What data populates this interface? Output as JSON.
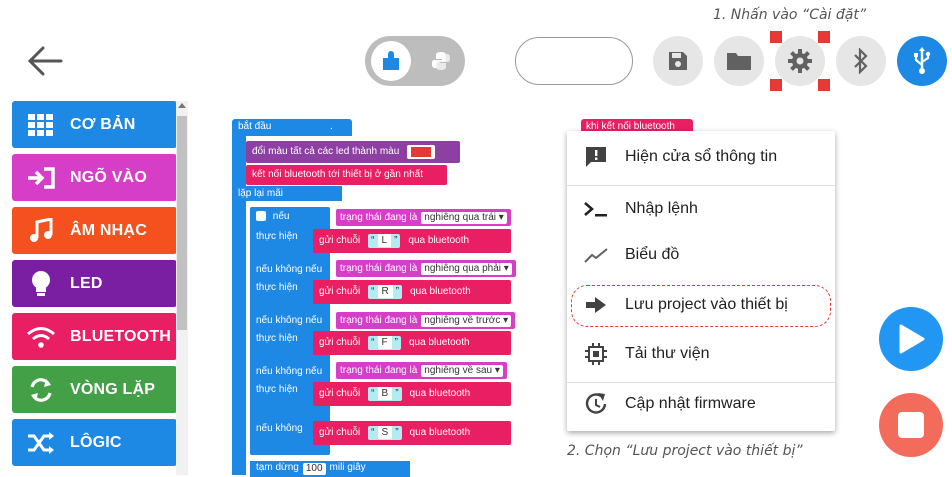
{
  "annotations": {
    "step1": "1.    Nhấn vào “Cài đặt”",
    "step2": "2.    Chọn “Lưu project vào thiết bị”"
  },
  "toolbar": {
    "mode_toggle": {
      "active": "blocks",
      "alt": "python"
    },
    "buttons": [
      "save-icon",
      "folder-icon",
      "gear-icon",
      "bluetooth-icon",
      "usb-icon"
    ],
    "accent": "#1e88e5"
  },
  "sidebar": {
    "categories": [
      {
        "label": "CƠ BẢN",
        "color": "#1e88e5",
        "icon": "grid-icon"
      },
      {
        "label": "NGÕ VÀO",
        "color": "#d63ec8",
        "icon": "input-icon"
      },
      {
        "label": "ÂM NHẠC",
        "color": "#f4511e",
        "icon": "music-icon"
      },
      {
        "label": "LED",
        "color": "#7b1fa2",
        "icon": "bulb-icon"
      },
      {
        "label": "BLUETOOTH",
        "color": "#e91e63",
        "icon": "wifi-icon"
      },
      {
        "label": "VÒNG LẶP",
        "color": "#43a047",
        "icon": "loop-icon"
      },
      {
        "label": "LÔGIC",
        "color": "#1e88e5",
        "icon": "shuffle-icon"
      }
    ]
  },
  "blocks": {
    "start": "bắt đầu",
    "start_dot": ".",
    "set_color": "đổi màu tất cả các led thành màu",
    "set_color_value": "#e53935",
    "connect": "kết nối bluetooth tới thiết bị ở gần nhất",
    "forever": "lặp lại mãi",
    "forever_dot": ".",
    "if": "nếu",
    "then": "thực hiện",
    "else_if": "nếu không nếu",
    "else": "nếu không",
    "state_is": "trạng thái đang là",
    "send_string": "gửi chuỗi",
    "via_bt": "qua bluetooth",
    "conditions": [
      "nghiêng qua trái",
      "nghiêng qua phải",
      "nghiêng về trước",
      "nghiêng về sau"
    ],
    "chars": [
      "L",
      "R",
      "F",
      "B",
      "S"
    ],
    "wait_prefix": "tạm dừng",
    "wait_value": "100",
    "wait_suffix": "mili giây",
    "bt_event": "khi kết nối bluetooth",
    "bt_event_dot": "."
  },
  "menu": {
    "items": [
      {
        "label": "Hiện cửa sổ thông tin",
        "icon": "info-message-icon"
      },
      {
        "label": "Nhập lệnh",
        "icon": "terminal-icon"
      },
      {
        "label": "Biểu đồ",
        "icon": "chart-line-icon"
      },
      {
        "label": "Lưu project vào thiết bị",
        "icon": "arrow-right-icon"
      },
      {
        "label": "Tải thư viện",
        "icon": "chip-icon"
      },
      {
        "label": "Cập nhật firmware",
        "icon": "update-icon"
      }
    ]
  },
  "fabs": {
    "play_color": "#2196f3",
    "stop_color": "#f26b5b"
  }
}
